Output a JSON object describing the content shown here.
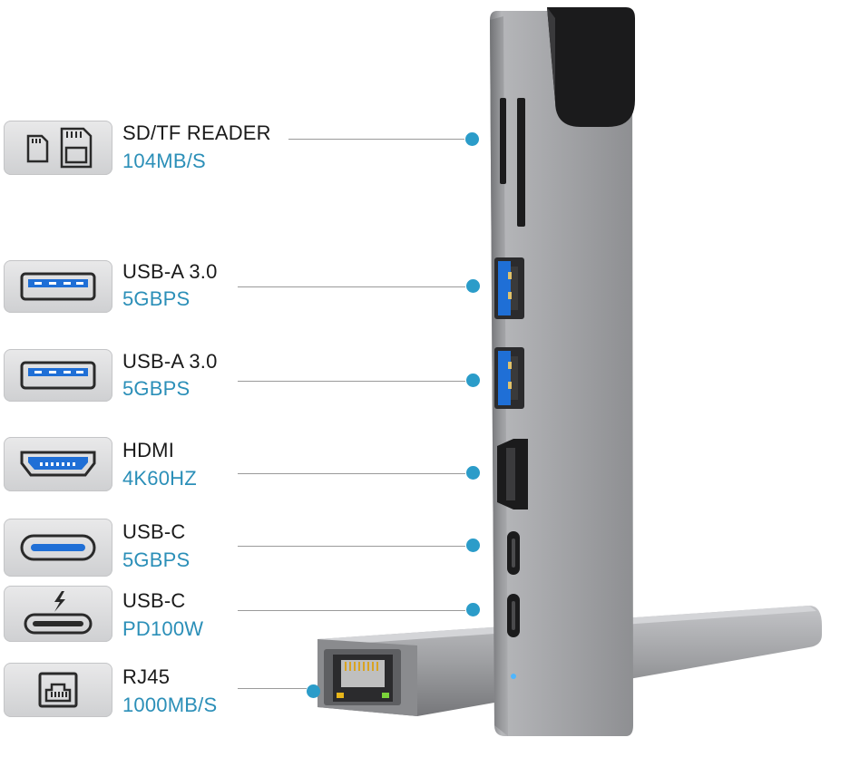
{
  "ports": [
    {
      "id": "sd-tf",
      "name": "SD/TF READER",
      "spec": "104MB/S",
      "icon": "sd-card-icon"
    },
    {
      "id": "usb-a-1",
      "name": "USB-A 3.0",
      "spec": "5GBPS",
      "icon": "usb-a-icon"
    },
    {
      "id": "usb-a-2",
      "name": "USB-A 3.0",
      "spec": "5GBPS",
      "icon": "usb-a-icon"
    },
    {
      "id": "hdmi",
      "name": "HDMI",
      "spec": "4K60HZ",
      "icon": "hdmi-icon"
    },
    {
      "id": "usb-c-data",
      "name": "USB-C",
      "spec": "5GBPS",
      "icon": "usb-c-icon"
    },
    {
      "id": "usb-c-pd",
      "name": "USB-C",
      "spec": "PD100W",
      "icon": "usb-c-charging-icon"
    },
    {
      "id": "rj45",
      "name": "RJ45",
      "spec": "1000MB/S",
      "icon": "ethernet-icon"
    }
  ],
  "colors": {
    "accent": "#2b9cc9",
    "spec_text": "#2b8fb8",
    "label_text": "#1a1a1a",
    "usb3_blue": "#1f6fd6",
    "hub_body": "#9c9da0"
  }
}
